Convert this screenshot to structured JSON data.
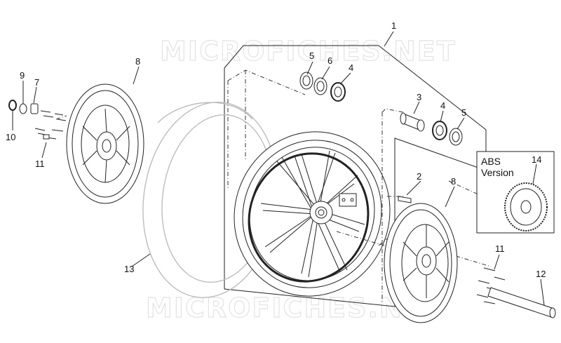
{
  "watermark": {
    "top": "MICROFICHES.NET",
    "bottom": "MICROFICHES.NET"
  },
  "abs_box": {
    "line1": "ABS",
    "line2": "Version"
  },
  "callouts": {
    "c1": "1",
    "c2": "2",
    "c3": "3",
    "c4a": "4",
    "c4b": "4",
    "c5a": "5",
    "c5b": "5",
    "c6": "6",
    "c7": "7",
    "c8a": "8",
    "c8b": "8",
    "c9": "9",
    "c10": "10",
    "c11a": "11",
    "c11b": "11",
    "c12": "12",
    "c13": "13",
    "c14": "14"
  }
}
